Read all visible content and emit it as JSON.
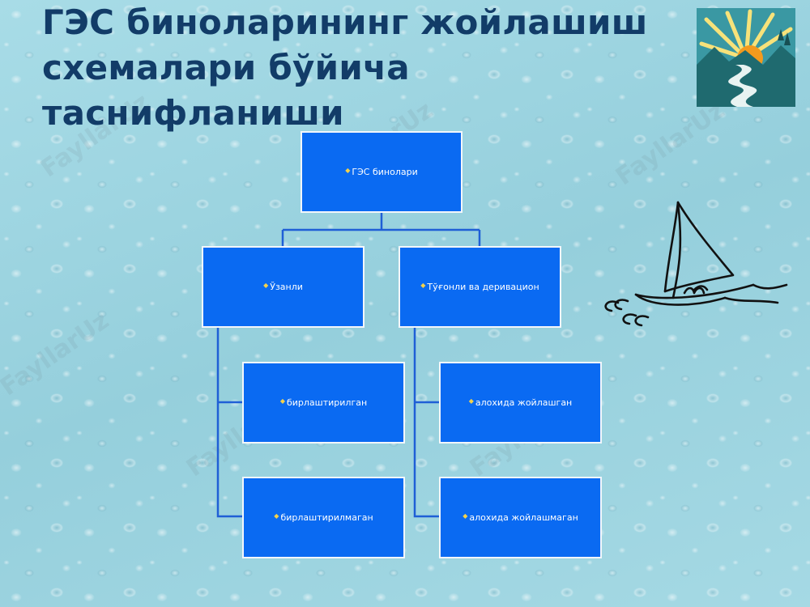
{
  "title": "ГЭС биноларининг жойлашиш схемалари бўйича таснифланиши",
  "watermark": "FayllarUz",
  "diagram": {
    "root": {
      "label": "ГЭС бинолари"
    },
    "branches": [
      {
        "label": "Ўзанли",
        "children": [
          "бирлаштирилган",
          "бирлаштирилмаган"
        ]
      },
      {
        "label": "Тўғонли ва деривацион",
        "children": [
          "алохида жойлашган",
          "алохида жойлашмаган"
        ]
      }
    ]
  },
  "colors": {
    "box_fill": "#0a6af2",
    "box_border": "#ffffff",
    "connector": "#1f5fd6",
    "title": "#123c68",
    "bullet": "#f5d24a"
  },
  "icons": {
    "logo": "sun-river-logo-icon",
    "boat": "sailboat-icon"
  }
}
